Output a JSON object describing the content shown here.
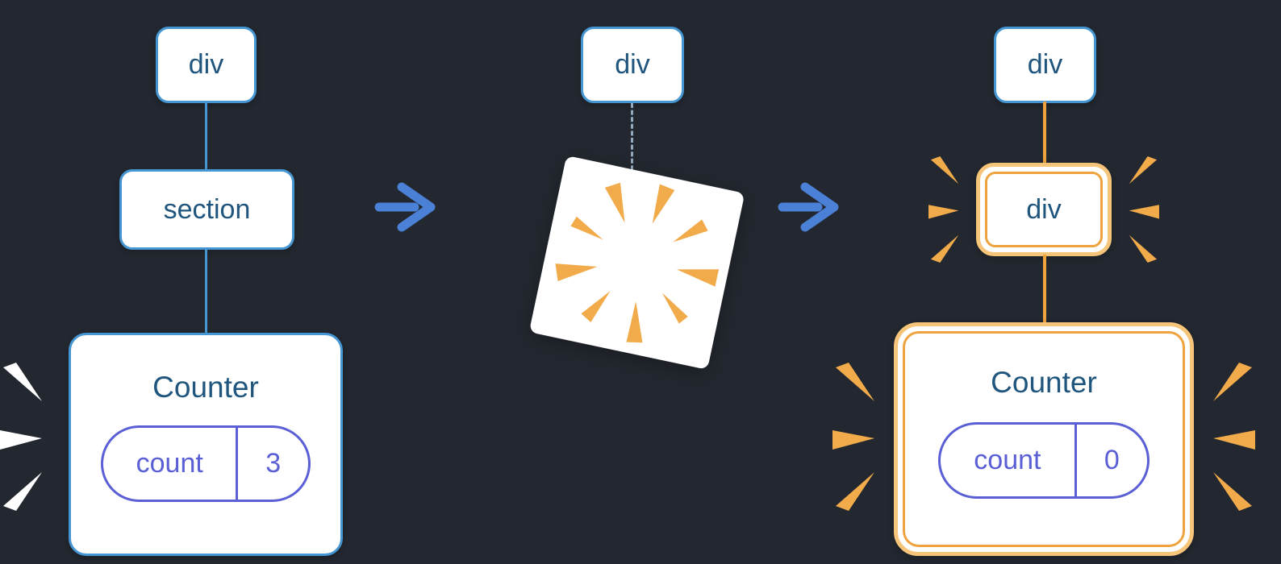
{
  "colors": {
    "background": "#23272f",
    "blue": "#4596d2",
    "navy": "#20567e",
    "purple": "#5a5fd6",
    "orange": "#eea33f",
    "orange_light": "#f6c579",
    "burst": "#f2ab4a",
    "arrow": "#4a80d5",
    "dash": "#93a9bd",
    "spark_white": "#ffffff"
  },
  "trees": {
    "before": {
      "root_label": "div",
      "child_label": "section",
      "component": {
        "title": "Counter",
        "state_key": "count",
        "state_value": "3"
      }
    },
    "removed": {
      "root_label": "div"
    },
    "after": {
      "root_label": "div",
      "child_label": "div",
      "component": {
        "title": "Counter",
        "state_key": "count",
        "state_value": "0"
      }
    }
  }
}
